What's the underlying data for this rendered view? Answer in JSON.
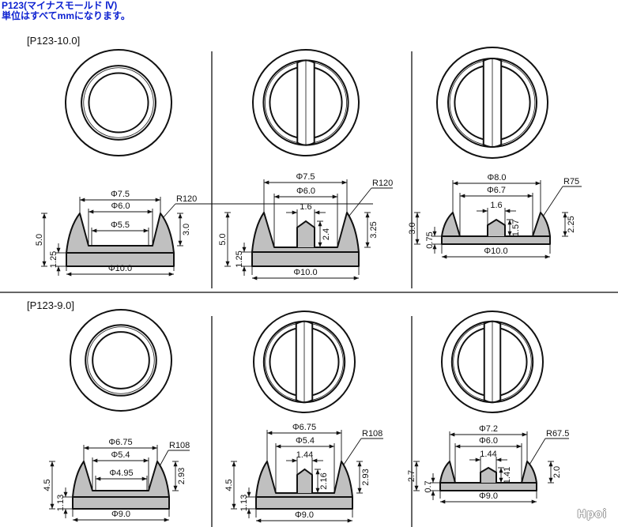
{
  "header": {
    "line1": "P123(マイナスモールド Ⅳ)",
    "line2": "単位はすべてmmになります。"
  },
  "sections": [
    {
      "title": "[P123-10.0]"
    },
    {
      "title": "[P123-9.0]"
    }
  ],
  "panels": [
    {
      "labels": [
        "Φ7.5",
        "Φ6.0",
        "Φ5.5",
        "Φ10.0",
        "5.0",
        "1.25",
        "3.0",
        "R120"
      ]
    },
    {
      "labels": [
        "Φ7.5",
        "Φ6.0",
        "1.6",
        "2.4",
        "Φ10.0",
        "5.0",
        "1.25",
        "3.25",
        "R120"
      ]
    },
    {
      "labels": [
        "Φ8.0",
        "Φ6.7",
        "1.6",
        "1.57",
        "Φ10.0",
        "3.0",
        "0.75",
        "2.25",
        "R75"
      ]
    },
    {
      "labels": [
        "Φ6.75",
        "Φ5.4",
        "Φ4.95",
        "Φ9.0",
        "4.5",
        "1.13",
        "2.93",
        "R108"
      ]
    },
    {
      "labels": [
        "Φ6.75",
        "Φ5.4",
        "1.44",
        "2.16",
        "Φ9.0",
        "4.5",
        "1.13",
        "2.93",
        "R108"
      ]
    },
    {
      "labels": [
        "Φ7.2",
        "Φ6.0",
        "1.44",
        "1.41",
        "Φ9.0",
        "2.7",
        "0.7",
        "2.0",
        "R67.5"
      ]
    }
  ],
  "watermark": "Hpoi",
  "colors": {
    "header": "#0a1fd0",
    "section_fill": "#c0c0c0"
  }
}
